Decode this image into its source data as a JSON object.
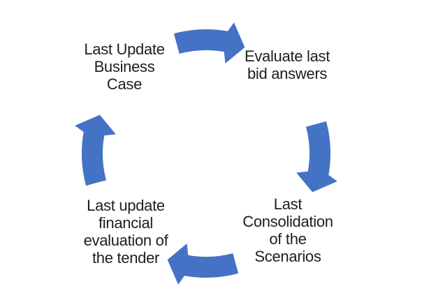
{
  "colors": {
    "accent": "#4472C4",
    "text": "#1e1e1e",
    "background": "#ffffff"
  },
  "cycle": {
    "type": "clockwise-cycle-diagram",
    "steps": [
      {
        "id": "update-business-case",
        "label": "Last Update\nBusiness\nCase"
      },
      {
        "id": "evaluate-bid-answers",
        "label": "Evaluate last\nbid answers"
      },
      {
        "id": "consolidation-scenarios",
        "label": "Last\nConsolidation\nof the\nScenarios"
      },
      {
        "id": "financial-evaluation",
        "label": "Last update\nfinancial\nevaluation of\nthe tender"
      }
    ],
    "arrows": [
      {
        "id": "arrow-top",
        "icon": "curved-block-arrow-icon",
        "direction": "right"
      },
      {
        "id": "arrow-right",
        "icon": "curved-block-arrow-icon",
        "direction": "down"
      },
      {
        "id": "arrow-bottom",
        "icon": "curved-block-arrow-icon",
        "direction": "left"
      },
      {
        "id": "arrow-left",
        "icon": "curved-block-arrow-icon",
        "direction": "up"
      }
    ]
  }
}
